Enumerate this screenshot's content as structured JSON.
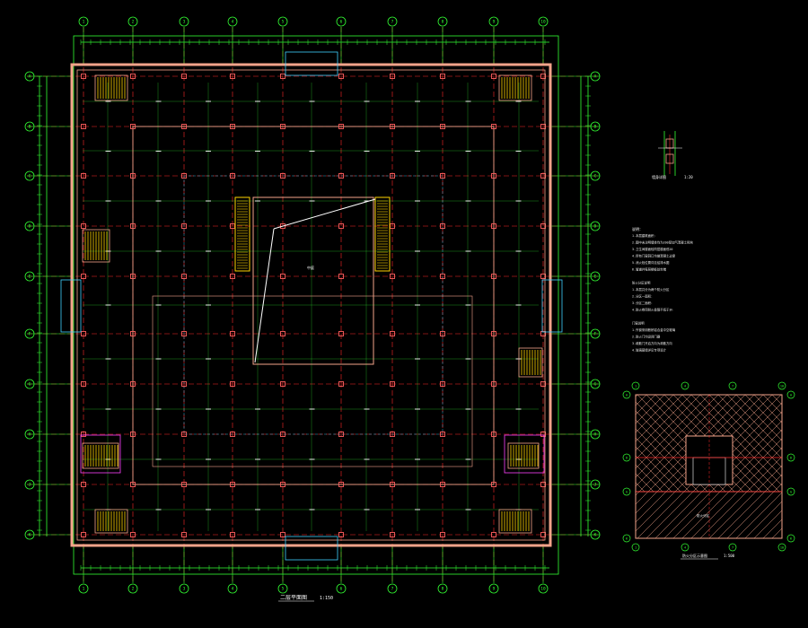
{
  "drawing": {
    "background": "#000000",
    "colors": {
      "wall": "#f4a38a",
      "grid_axis": "#ff2a2a",
      "dimension": "#33ff33",
      "column": "#ff6060",
      "stair": "#ffd400",
      "label": "#ffffff",
      "cyan": "#3fd0ff",
      "magenta": "#ff40ff",
      "annotation": "#e8e8e8"
    },
    "column_axes": [
      "1",
      "2",
      "3",
      "4",
      "5",
      "6",
      "7",
      "8",
      "9",
      "10"
    ],
    "row_axes": [
      "A",
      "B",
      "C",
      "D",
      "E",
      "F",
      "G",
      "H",
      "J",
      "K"
    ],
    "stair_count": 8,
    "escalator_count": 2
  },
  "main_plan": {
    "title": "二层平面图",
    "scale": "1:150",
    "atrium_label": "中庭"
  },
  "detail": {
    "title": "墙身详图",
    "scale": "1:20"
  },
  "notes": {
    "heading": "说明：",
    "lines": [
      "1.本层建筑面积：",
      "2.图中未注明墙体均为200厚加气混凝土砌块",
      "3.卫生间楼面较同层楼面低20",
      "4.所有门窗洞口均做混凝土过梁",
      "5.消火栓位置详见给排水图",
      "6.管道井每层楼板处封堵",
      "",
      "防火分区说明",
      "1.本层共分为两个防火分区",
      "2.分区一面积：",
      "3.分区二面积：",
      "4.防火卷帘耐火极限不低于3h",
      "",
      "门窗说明",
      "1.外窗采用断桥铝合金中空玻璃",
      "2.防火门均设闭门器",
      "3.疏散门开启方向为疏散方向",
      "4.玻璃幕墙详见专项设计"
    ]
  },
  "keyplan": {
    "title": "防火分区示意图",
    "scale": "1:500",
    "zone_label": "防火分区"
  }
}
